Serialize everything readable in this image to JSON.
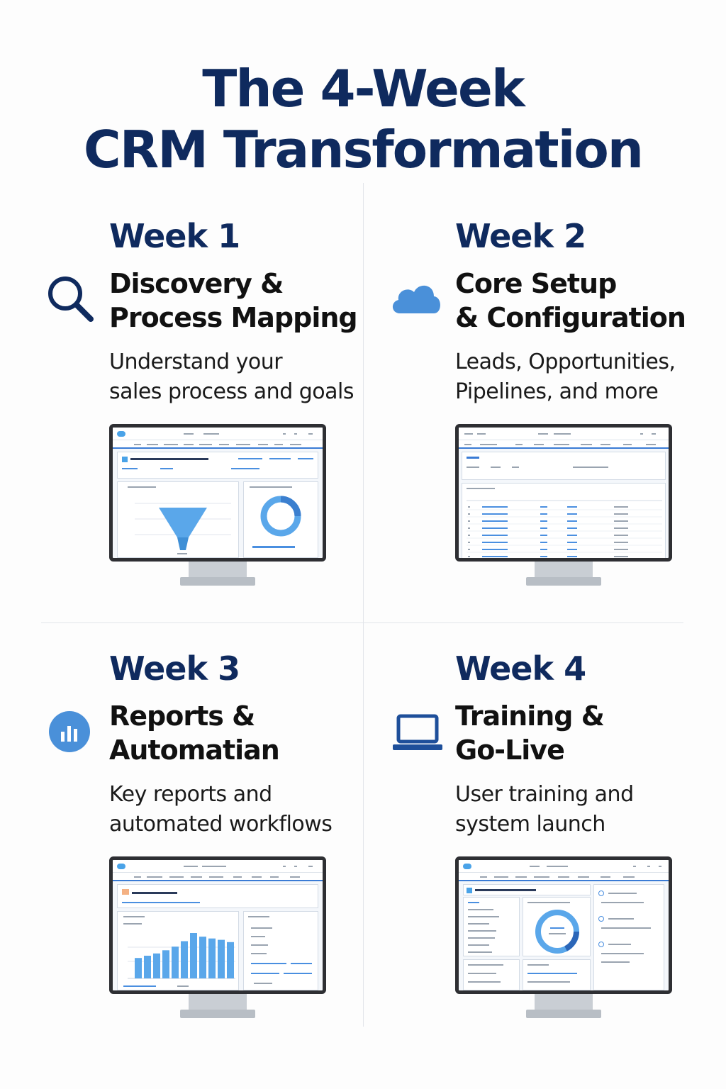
{
  "title": {
    "line1": "The 4-Week",
    "line2": "CRM Transformation"
  },
  "weeks": [
    {
      "week": "Week 1",
      "icon": "magnifier-icon",
      "phase_line1": "Discovery &",
      "phase_line2": "Process Mapping",
      "desc_line1": "Understand your",
      "desc_line2": "sales process and goals"
    },
    {
      "week": "Week 2",
      "icon": "cloud-icon",
      "phase_line1": "Core Setup",
      "phase_line2": "& Configuration",
      "desc_line1": "Leads, Opportunities,",
      "desc_line2": "Pipelines, and more"
    },
    {
      "week": "Week 3",
      "icon": "bar-chart-icon",
      "phase_line1": "Reports &",
      "phase_line2": "Automatian",
      "desc_line1": "Key reports and",
      "desc_line2": "automated workflows"
    },
    {
      "week": "Week 4",
      "icon": "laptop-icon",
      "phase_line1": "Training &",
      "phase_line2": "Go-Live",
      "desc_line1": "User training and",
      "desc_line2": "system launch"
    }
  ],
  "colors": {
    "navy": "#0f2a5e",
    "accent_blue": "#4a90d9",
    "light_blue": "#5aa7ea"
  },
  "chart_bars": [
    0.45,
    0.5,
    0.55,
    0.62,
    0.7,
    0.82,
    1.0,
    0.92,
    0.88,
    0.85,
    0.8
  ]
}
